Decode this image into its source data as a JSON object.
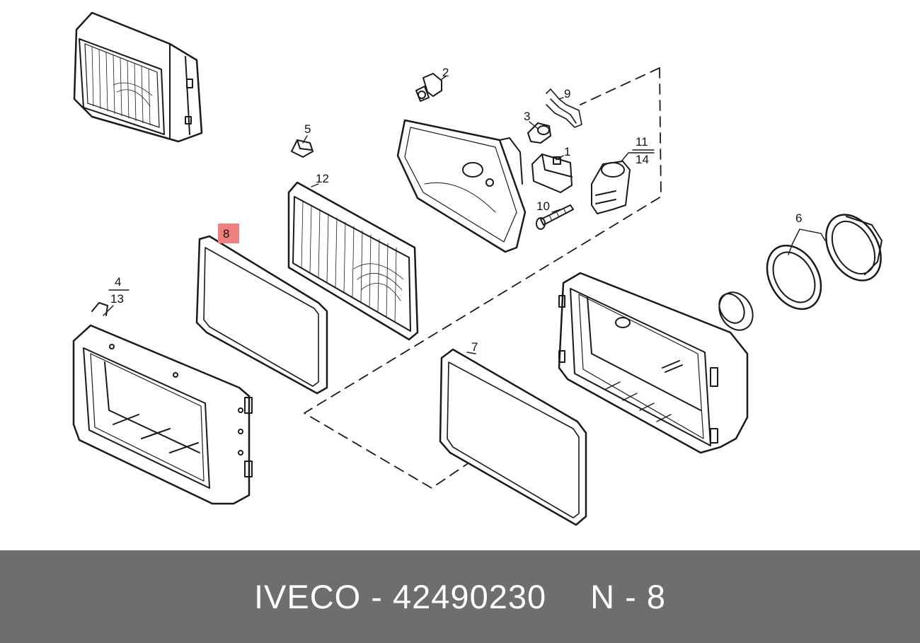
{
  "callouts": {
    "c1": "1",
    "c2": "2",
    "c3": "3",
    "c4": "4",
    "c13": "13",
    "c5": "5",
    "c6": "6",
    "c7": "7",
    "c8": "8",
    "c9": "9",
    "c10": "10",
    "c11": "11",
    "c14": "14",
    "c12": "12"
  },
  "highlight_color": "#f08080",
  "footer": {
    "brand": "IVECO",
    "separator": "-",
    "part_number": "42490230",
    "position_prefix": "N",
    "position_number": "8"
  }
}
